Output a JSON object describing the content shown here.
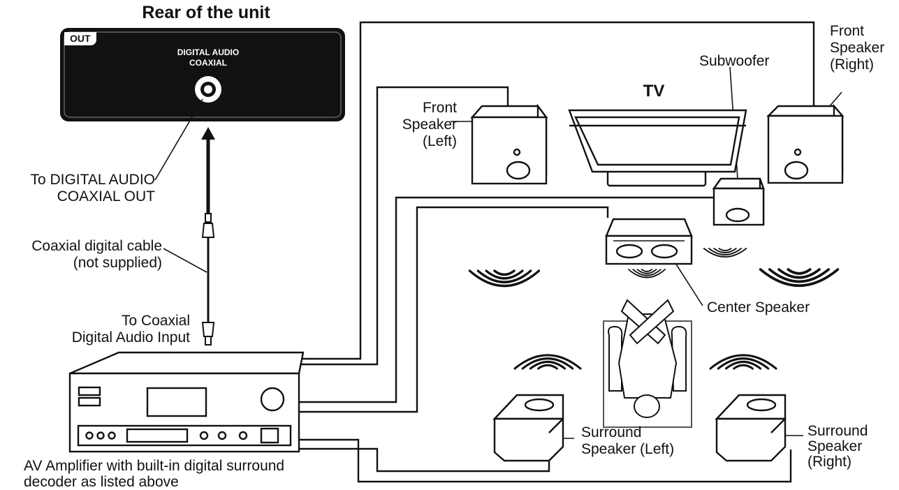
{
  "title": "Rear of the unit",
  "panel": {
    "tag": "OUT",
    "line1": "DIGITAL AUDIO",
    "line2": "COAXIAL"
  },
  "labels": {
    "to_digital_out": [
      "To DIGITAL AUDIO",
      "COAXIAL OUT"
    ],
    "cable": [
      "Coaxial digital cable",
      "(not supplied)"
    ],
    "to_input": [
      "To Coaxial",
      "Digital Audio Input"
    ],
    "amplifier": [
      "AV Amplifier with built-in digital surround",
      "decoder as listed above"
    ],
    "tv": "TV",
    "front_left": [
      "Front",
      "Speaker",
      "(Left)"
    ],
    "subwoofer": "Subwoofer",
    "front_right": [
      "Front",
      "Speaker",
      "(Right)"
    ],
    "center": "Center Speaker",
    "surround_left": [
      "Surround",
      "Speaker (Left)"
    ],
    "surround_right": [
      "Surround",
      "Speaker",
      "(Right)"
    ]
  }
}
